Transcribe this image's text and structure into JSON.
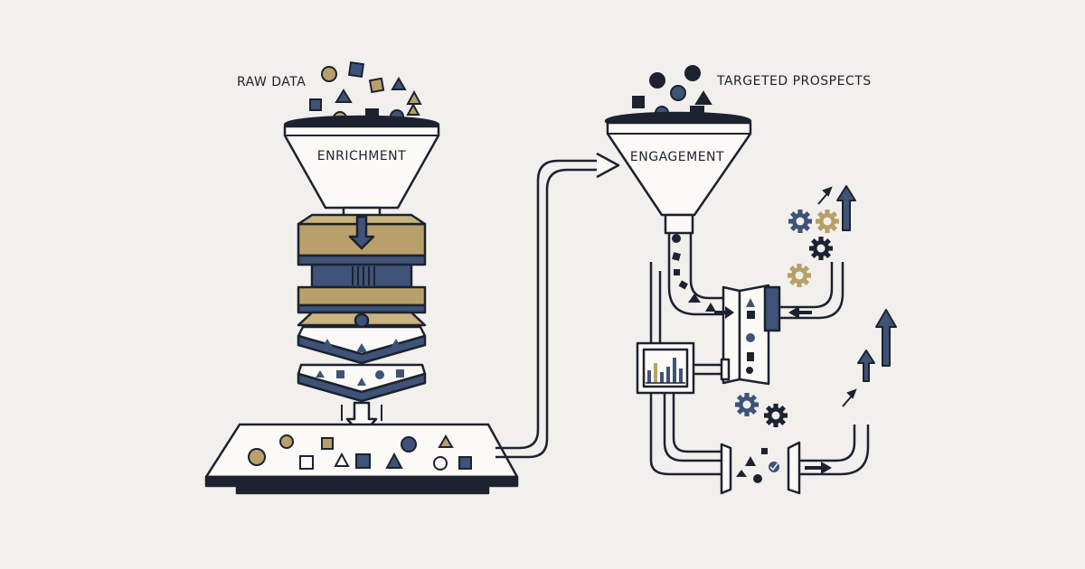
{
  "labels": {
    "raw_data": "RAW DATA",
    "enrichment": "ENRICHMENT",
    "engagement": "ENGAGEMENT",
    "targeted_prospects": "TARGETED PROSPECTS"
  },
  "colors": {
    "background": "#f1f0ec",
    "ink": "#1d2230",
    "navy": "#3f5378",
    "gold": "#b7a069",
    "paper": "#fbfaf6"
  },
  "icons": [
    "circle-shape",
    "square-shape",
    "triangle-shape",
    "gear-icon",
    "up-arrow-icon",
    "right-arrow-icon",
    "bar-chart-icon",
    "checkmark-icon"
  ]
}
